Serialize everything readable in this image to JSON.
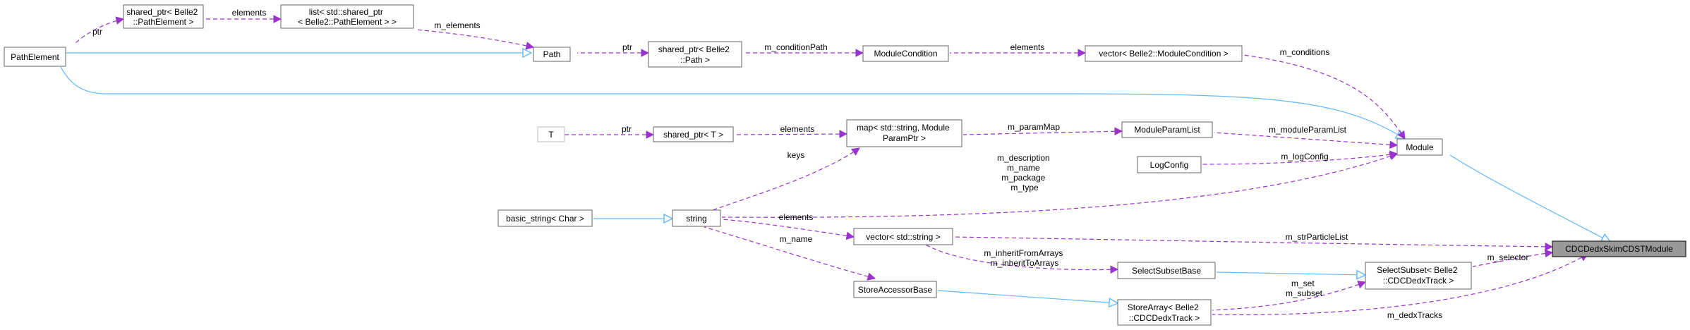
{
  "colors": {
    "inheritance_edge": "#63b8ff",
    "usage_edge": "#9a32cd",
    "highlight_fill": "#999999",
    "node_border": "#666666"
  },
  "nodes": {
    "path_element": [
      "PathElement"
    ],
    "shared_ptr_path_element": [
      "shared_ptr< Belle2",
      "::PathElement >"
    ],
    "list_shared_ptr": [
      "list< std::shared_ptr",
      "< Belle2::PathElement > >"
    ],
    "path": [
      "Path"
    ],
    "shared_ptr_path": [
      "shared_ptr< Belle2",
      "::Path >"
    ],
    "module_condition": [
      "ModuleCondition"
    ],
    "vector_module_condition": [
      "vector< Belle2::ModuleCondition >"
    ],
    "t": [
      "T"
    ],
    "shared_ptr_t": [
      "shared_ptr< T >"
    ],
    "map_string_param": [
      "map< std::string, Module",
      "ParamPtr >"
    ],
    "module_param_list": [
      "ModuleParamList"
    ],
    "log_config": [
      "LogConfig"
    ],
    "module": [
      "Module"
    ],
    "basic_string": [
      "basic_string< Char >"
    ],
    "string": [
      "string"
    ],
    "vector_string": [
      "vector< std::string >"
    ],
    "select_subset_base": [
      "SelectSubsetBase"
    ],
    "store_accessor_base": [
      "StoreAccessorBase"
    ],
    "store_array": [
      "StoreArray< Belle2",
      "::CDCDedxTrack >"
    ],
    "select_subset": [
      "SelectSubset< Belle2",
      "::CDCDedxTrack >"
    ],
    "cdc_dedx_skim": [
      "CDCDedxSkimCDSTModule"
    ]
  },
  "edge_labels": {
    "ptr_1": [
      "ptr"
    ],
    "elements_1": [
      "elements"
    ],
    "m_elements": [
      "m_elements"
    ],
    "ptr_2": [
      "ptr"
    ],
    "m_conditionPath": [
      "m_conditionPath"
    ],
    "elements_2": [
      "elements"
    ],
    "m_conditions": [
      "m_conditions"
    ],
    "ptr_3": [
      "ptr"
    ],
    "elements_3": [
      "elements"
    ],
    "m_paramMap": [
      "m_paramMap"
    ],
    "m_moduleParamList": [
      "m_moduleParamList"
    ],
    "keys": [
      "keys"
    ],
    "m_logConfig": [
      "m_logConfig"
    ],
    "module_strings": [
      "m_description",
      "m_name",
      "m_package",
      "m_type"
    ],
    "elements_4": [
      "elements"
    ],
    "m_name": [
      "m_name"
    ],
    "m_strParticleList": [
      "m_strParticleList"
    ],
    "m_inherit": [
      "m_inheritFromArrays",
      "m_inheritToArrays"
    ],
    "m_selector": [
      "m_selector"
    ],
    "m_set_subset": [
      "m_set",
      "m_subset"
    ],
    "m_dedxTracks": [
      "m_dedxTracks"
    ]
  }
}
